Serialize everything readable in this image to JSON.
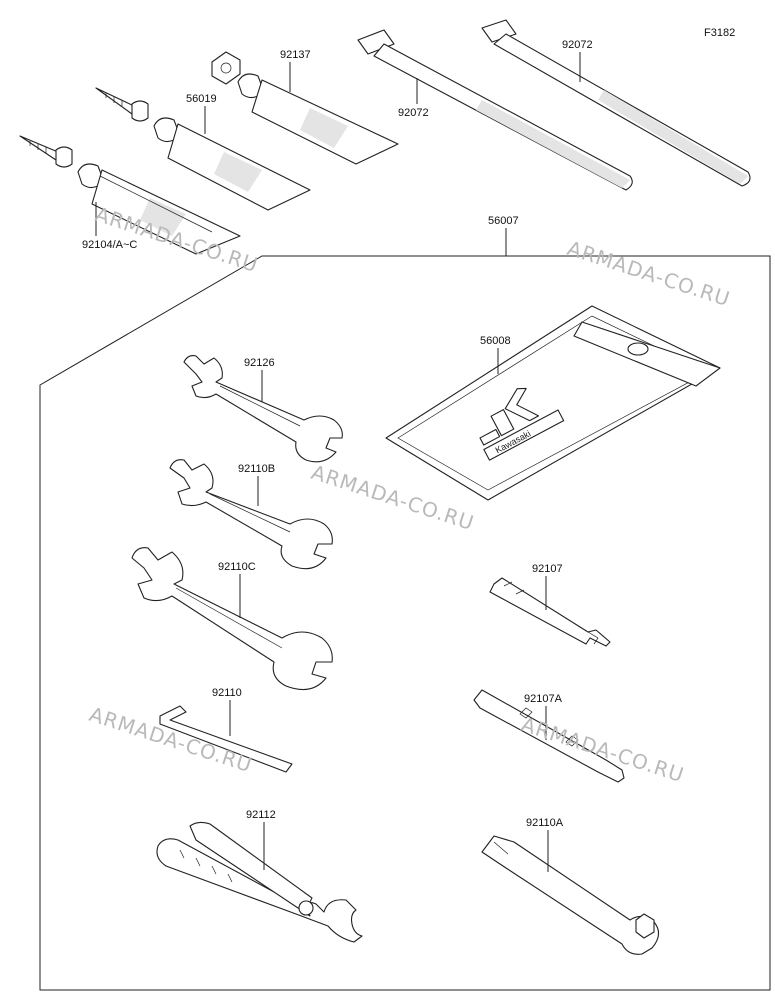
{
  "figure_code": "F3182",
  "watermark": "ARMADA-CO.RU",
  "kit_label": "56007",
  "pouch_brand": "Kawasaki",
  "parts": [
    {
      "id": "tube-92104",
      "label": "92104/A~C"
    },
    {
      "id": "tube-56019",
      "label": "56019"
    },
    {
      "id": "tube-92137",
      "label": "92137"
    },
    {
      "id": "tie-left",
      "label": "92072"
    },
    {
      "id": "tie-right",
      "label": "92072"
    },
    {
      "id": "pouch",
      "label": "56008"
    },
    {
      "id": "wrench-92126",
      "label": "92126"
    },
    {
      "id": "wrench-92110b",
      "label": "92110B"
    },
    {
      "id": "wrench-92110c",
      "label": "92110C"
    },
    {
      "id": "driver-92107",
      "label": "92107"
    },
    {
      "id": "hexkey-92110",
      "label": "92110"
    },
    {
      "id": "driver-92107a",
      "label": "92107A"
    },
    {
      "id": "pliers-92112",
      "label": "92112"
    },
    {
      "id": "boxwrench-92110a",
      "label": "92110A"
    }
  ]
}
